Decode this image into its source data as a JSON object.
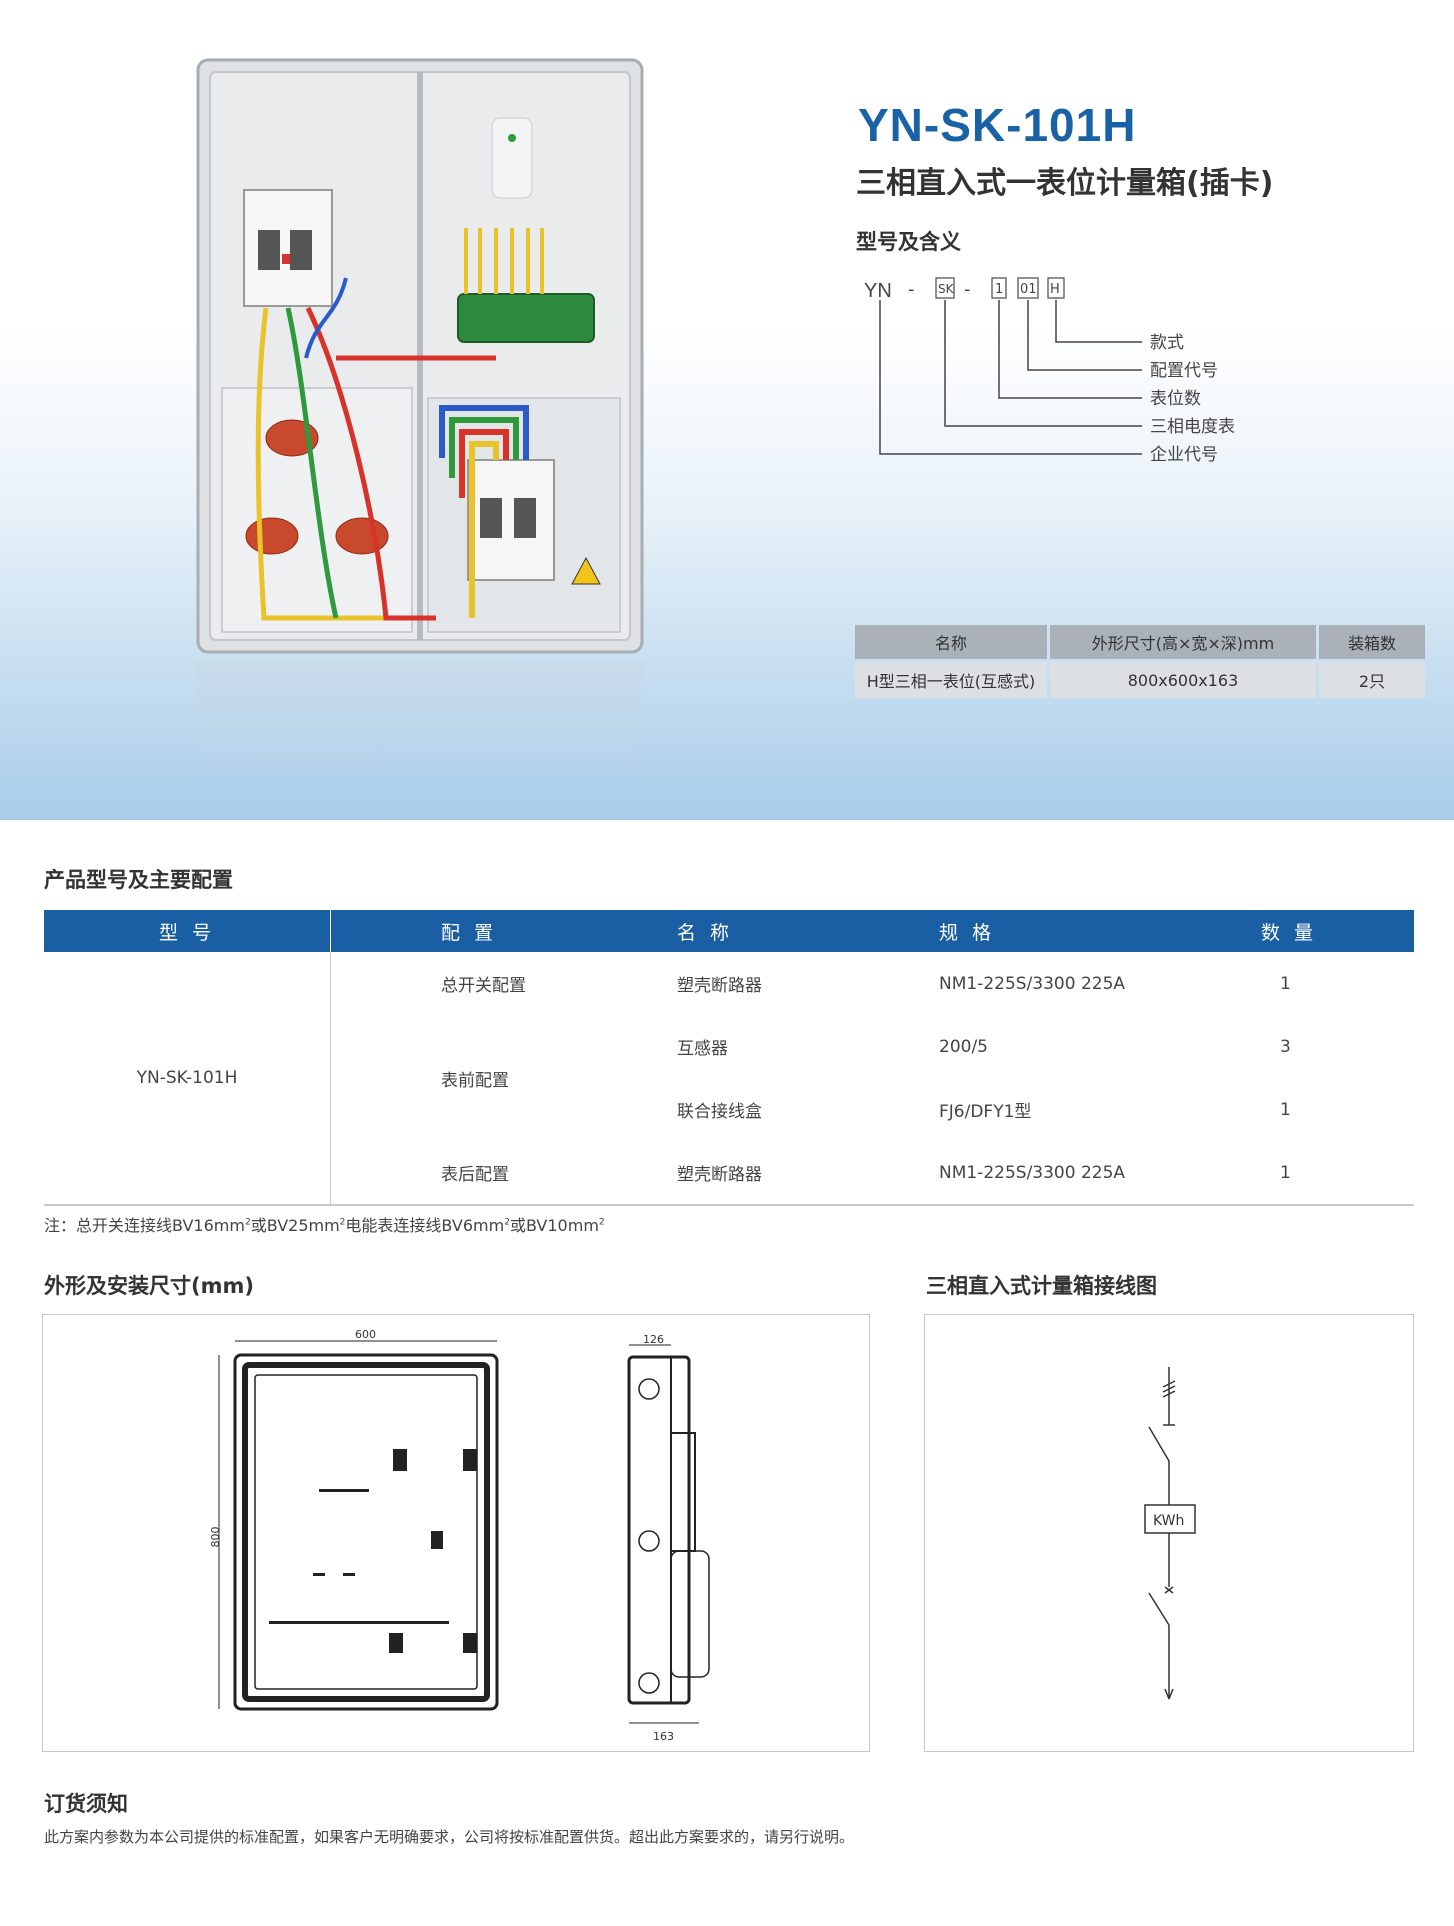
{
  "product": {
    "model": "YN-SK-101H",
    "subtitle": "三相直入式一表位计量箱(插卡)",
    "meaning_title": "型号及含义",
    "code_parts": [
      "YN",
      "SK",
      "1",
      "01",
      "H"
    ],
    "code_dash": "-",
    "meaning_labels": [
      "款式",
      "配置代号",
      "表位数",
      "三相电度表",
      "企业代号"
    ]
  },
  "spec_table": {
    "headers": [
      "名称",
      "外形尺寸(高×宽×深)mm",
      "装箱数"
    ],
    "rows": [
      [
        "H型三相一表位(互感式)",
        "800x600x163",
        "2只"
      ]
    ]
  },
  "config": {
    "title": "产品型号及主要配置",
    "headers": [
      "型 号",
      "配 置",
      "名 称",
      "规 格",
      "数 量"
    ],
    "model": "YN-SK-101H",
    "rows": [
      {
        "config": "总开关配置",
        "name": "塑壳断路器",
        "spec": "NM1-225S/3300 225A",
        "qty": "1"
      },
      {
        "config": "表前配置",
        "name": "互感器",
        "spec": "200/5",
        "qty": "3"
      },
      {
        "config": "",
        "name": "联合接线盒",
        "spec": "FJ6/DFY1型",
        "qty": "1"
      },
      {
        "config": "表后配置",
        "name": "塑壳断路器",
        "spec": "NM1-225S/3300 225A",
        "qty": "1"
      }
    ]
  },
  "note": {
    "prefix": "注：总开关连接线BV16mm",
    "p2": "或BV25mm",
    "p3": "电能表连接线BV6mm",
    "p4": "或BV10mm",
    "sup": "2"
  },
  "dimensions": {
    "title": "外形及安装尺寸(mm)",
    "width": "600",
    "height": "800",
    "depth_top": "126",
    "depth_bottom": "163"
  },
  "wiring": {
    "title": "三相直入式计量箱接线图",
    "meter_label": "KWh"
  },
  "order": {
    "title": "订货须知",
    "text": "此方案内参数为本公司提供的标准配置，如果客户无明确要求，公司将按标准配置供货。超出此方案要求的，请另行说明。"
  },
  "colors": {
    "accent": "#1a62a6",
    "table_header": "#1a5fa3",
    "wire_red": "#d9322a",
    "wire_green": "#2e9a3c",
    "wire_yellow": "#e8c42a",
    "wire_blue": "#2a5bc8"
  }
}
